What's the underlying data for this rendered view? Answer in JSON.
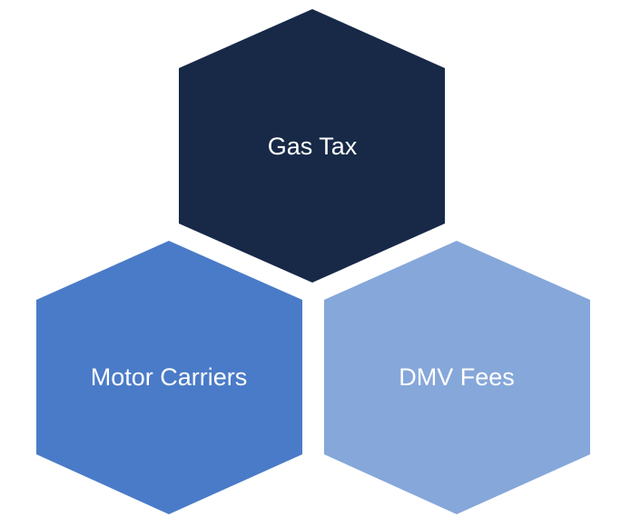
{
  "diagram": {
    "type": "hexagon-cluster",
    "items": [
      {
        "label": "Gas Tax",
        "color": "#172947"
      },
      {
        "label": "Motor Carriers",
        "color": "#4a7bc8"
      },
      {
        "label": "DMV Fees",
        "color": "#86a7da"
      }
    ]
  }
}
